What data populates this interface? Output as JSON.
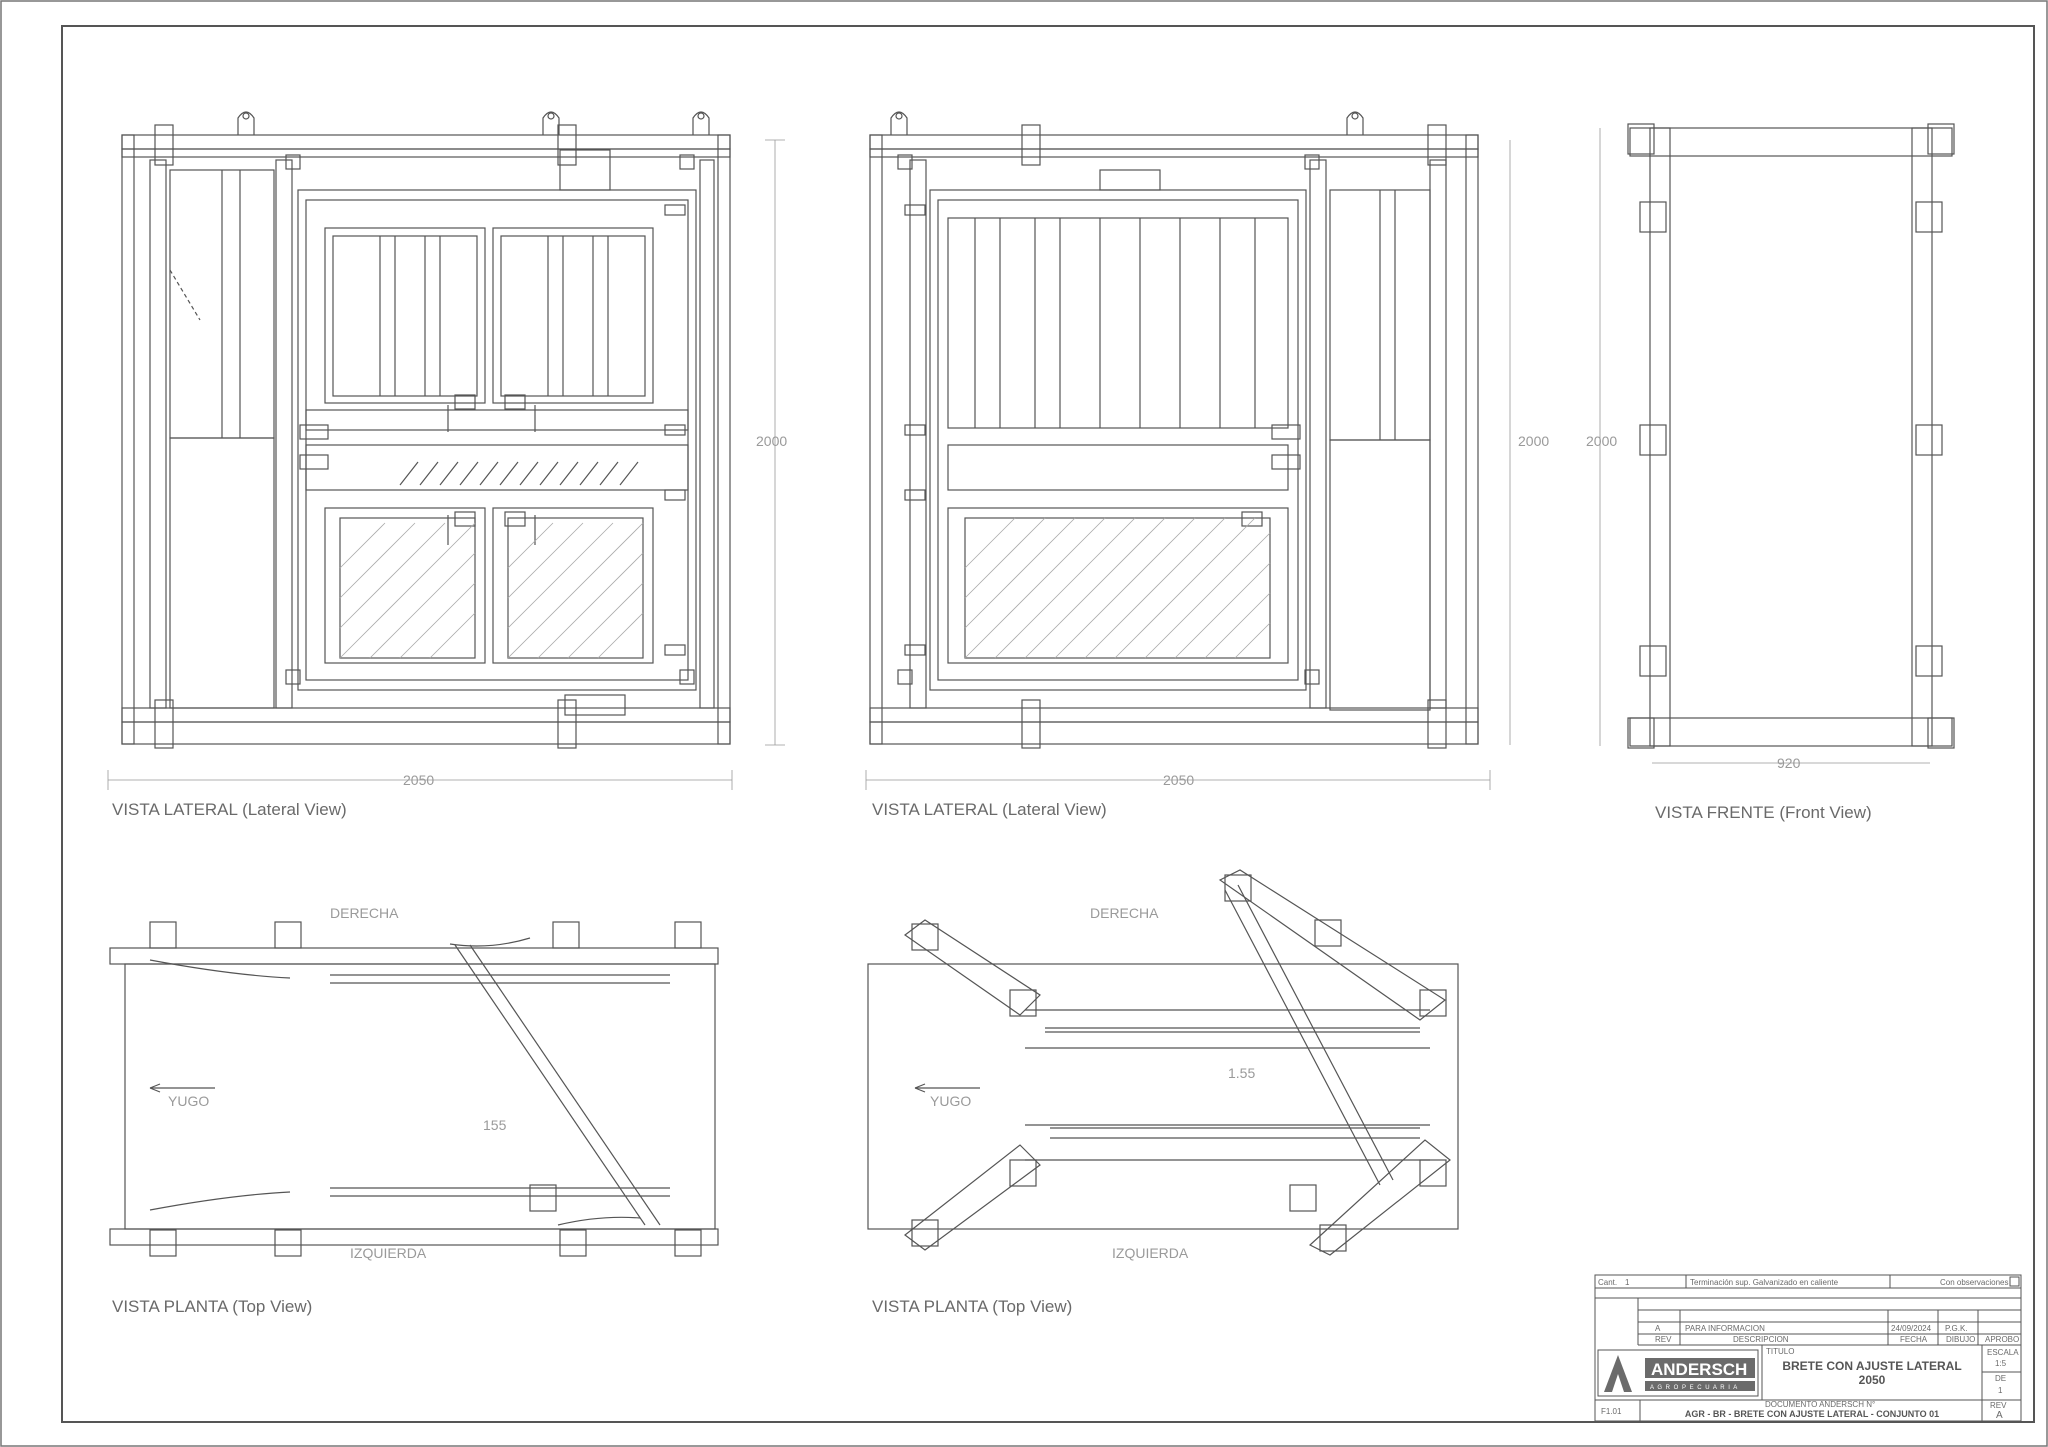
{
  "views": {
    "lateral_1": {
      "title": "VISTA LATERAL (Lateral View)",
      "dim_width": "2050",
      "dim_height": "2000"
    },
    "lateral_2": {
      "title": "VISTA LATERAL (Lateral View)",
      "dim_width": "2050",
      "dim_height": "2000"
    },
    "front": {
      "title": "VISTA FRENTE (Front View)",
      "dim_width": "920",
      "dim_height": "2000"
    },
    "top_1": {
      "title": "VISTA PLANTA (Top View)",
      "right_label": "DERECHA",
      "left_label": "IZQUIERDA",
      "direction": "YUGO",
      "dim_diag": "155"
    },
    "top_2": {
      "title": "VISTA PLANTA (Top View)",
      "right_label": "DERECHA",
      "left_label": "IZQUIERDA",
      "direction": "YUGO",
      "dim_diag": "1.55"
    }
  },
  "title_block": {
    "cant_label": "Cant.",
    "cant_value": "1",
    "finish": "Terminación sup. Galvanizado en caliente",
    "observations": "Con observaciones",
    "rev_row": {
      "rev": "A",
      "desc": "PARA INFORMACION",
      "date": "24/09/2024",
      "by": "P.G.K."
    },
    "header_row": {
      "rev": "REV",
      "desc": "DESCRIPCION",
      "date": "FECHA",
      "by": "DIBUJO",
      "approved": "APROBO"
    },
    "company": "ANDERSCH",
    "company_sub": "A G R O P E C U A R I A",
    "title_label": "TITULO",
    "title_line1": "BRETE CON AJUSTE LATERAL",
    "title_line2": "2050",
    "scale_label": "ESCALA",
    "scale_value": "1:5",
    "sheet_label": "DE",
    "sheet_value": "1",
    "doc_label": "DOCUMENTO ANDERSCH N°",
    "doc_number": "AGR - BR - BRETE CON AJUSTE LATERAL - CONJUNTO 01",
    "format": "F1.01",
    "rev_label": "REV",
    "rev_value": "A"
  }
}
